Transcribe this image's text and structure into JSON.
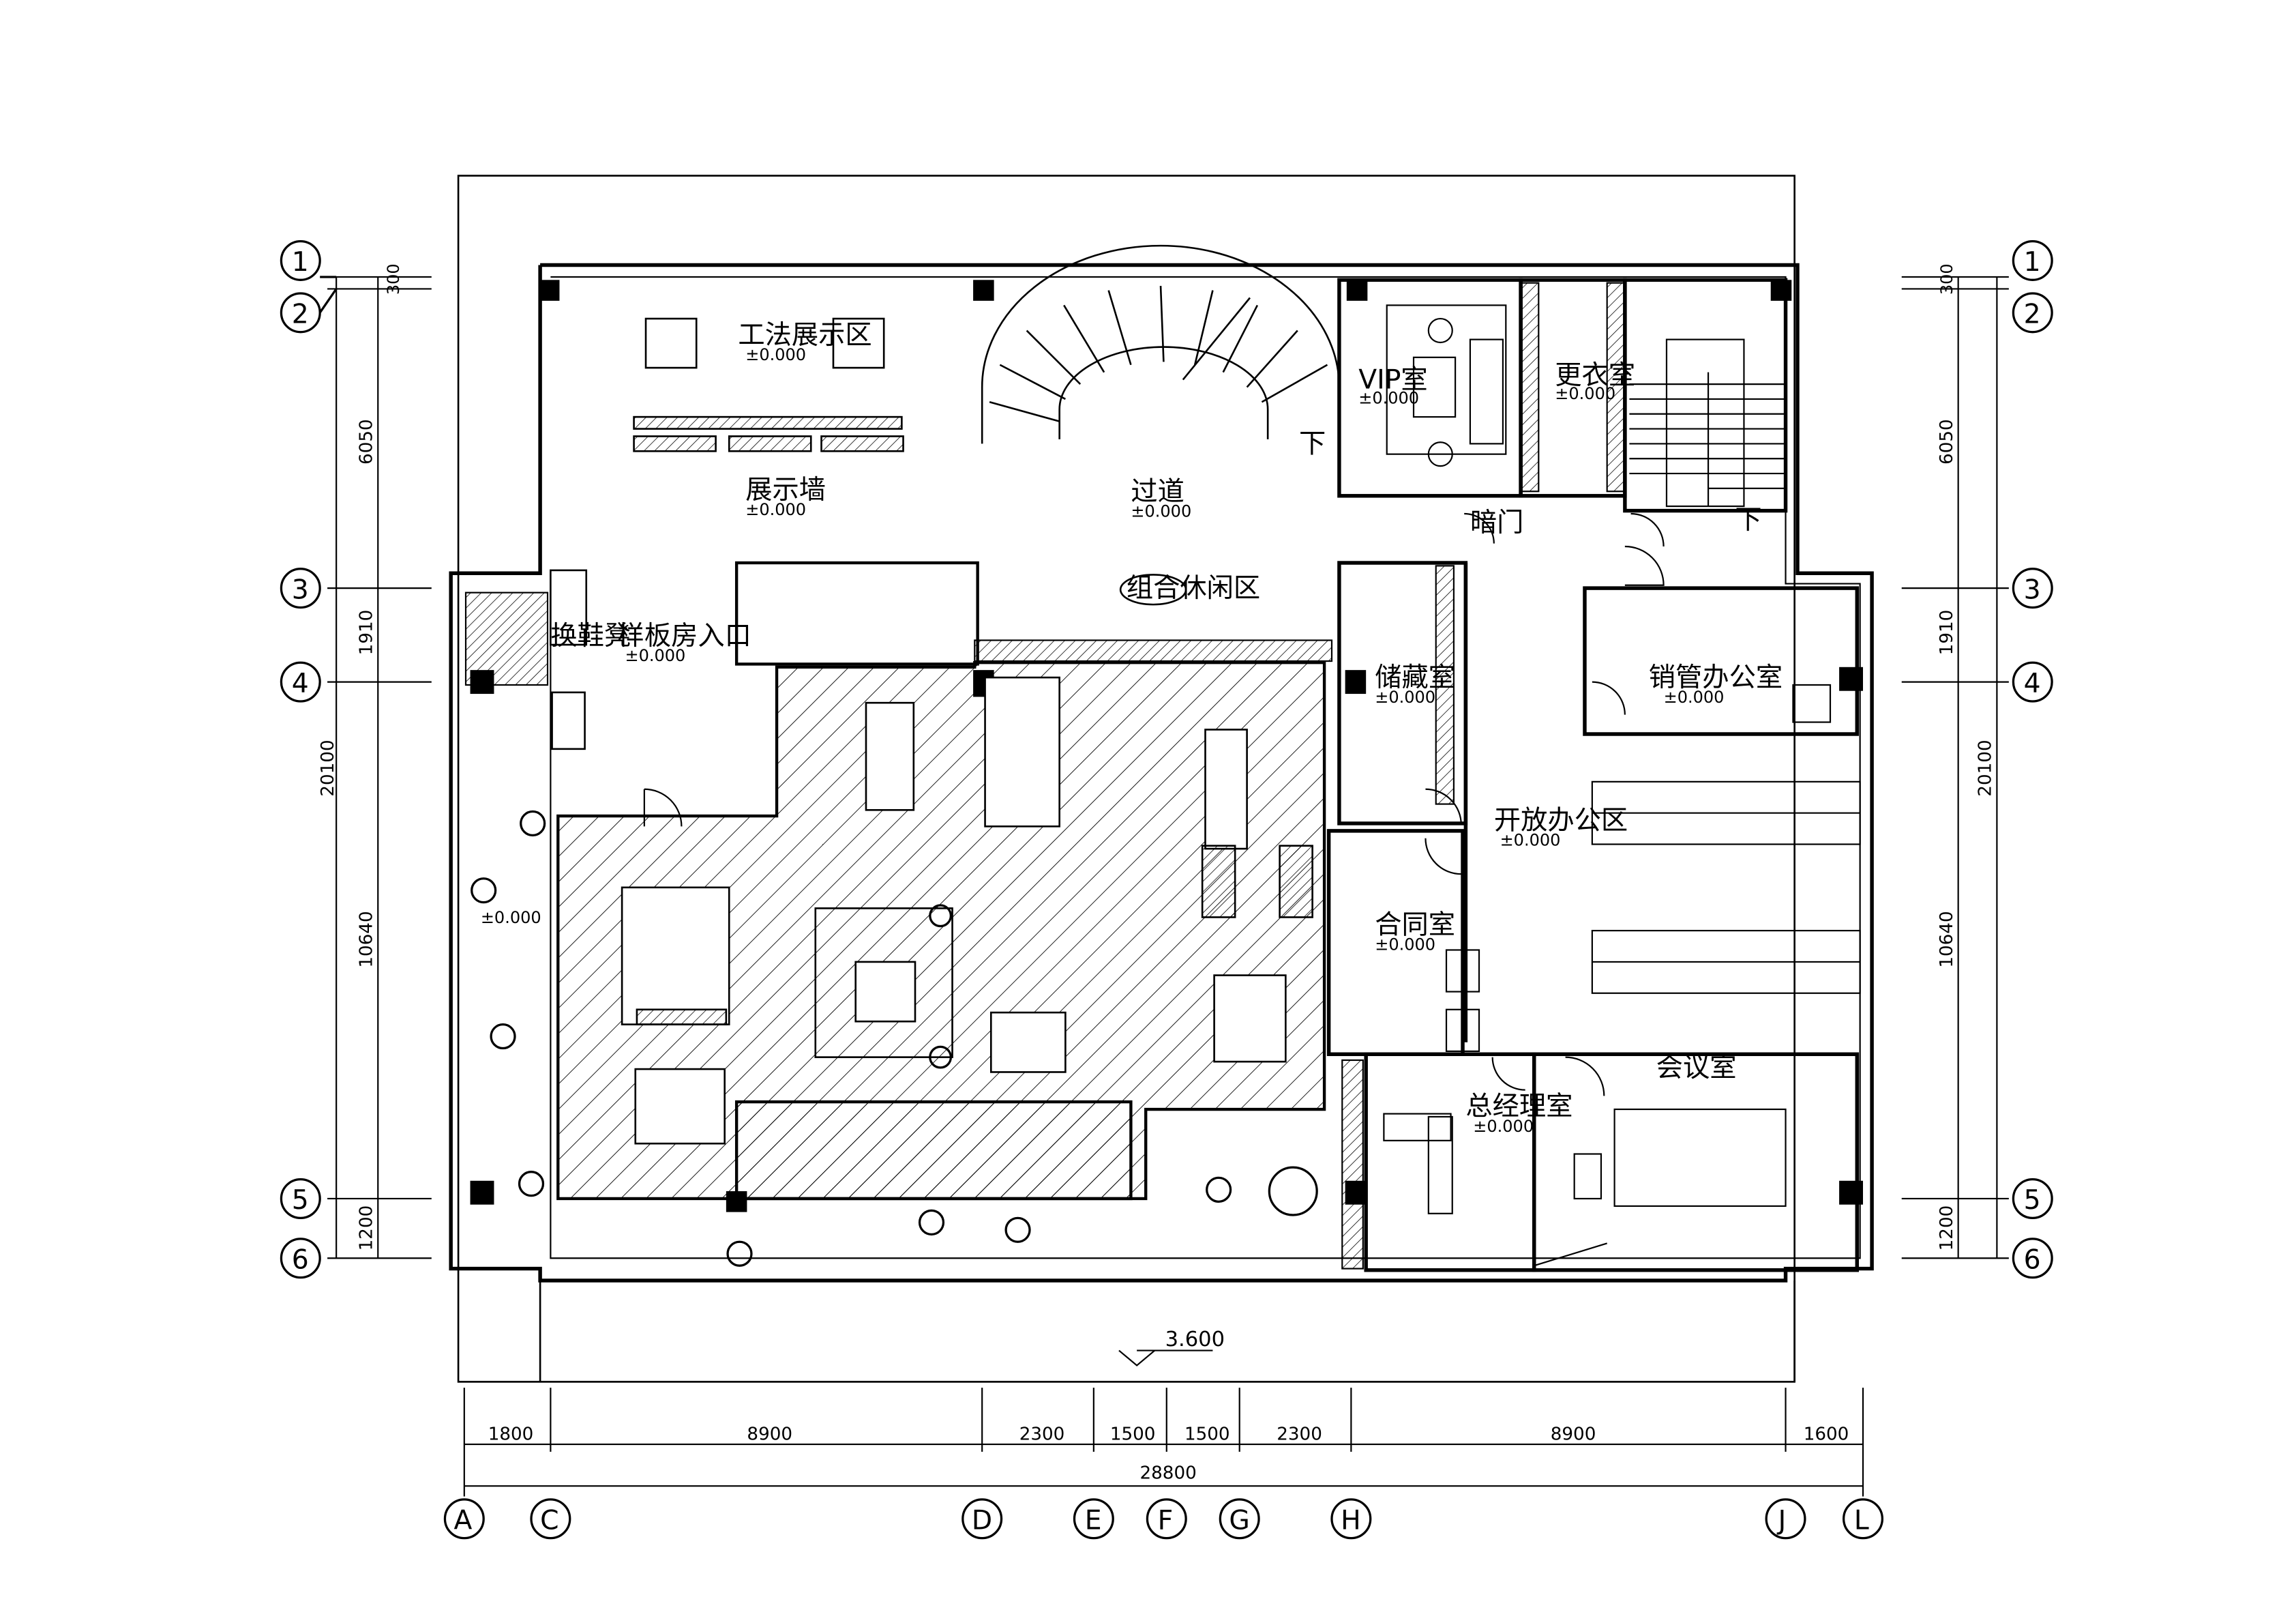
{
  "rooms": {
    "craft_display": "工法展示区",
    "display_wall": "展示墙",
    "corridor": "过道",
    "vip": "VIP室",
    "changing": "更衣室",
    "shoe_change": "换鞋凳",
    "model_entrance": "样板房入口",
    "lounge": "组合休闲区",
    "storage": "储藏室",
    "sales_office": "销管办公室",
    "dark_door": "暗门",
    "open_office": "开放办公区",
    "contract": "合同室",
    "meeting": "会议室",
    "gm_office": "总经理室"
  },
  "elevation": "±0.000",
  "level_mark": "3.600",
  "down_label": "下",
  "grid_left": [
    "1",
    "2",
    "3",
    "4",
    "5",
    "6"
  ],
  "grid_right": [
    "1",
    "2",
    "3",
    "4",
    "5",
    "6"
  ],
  "grid_bottom": [
    "A",
    "C",
    "D",
    "E",
    "F",
    "G",
    "H",
    "J",
    "L"
  ],
  "dims_vertical_segments": [
    "300",
    "6050",
    "1910",
    "10640",
    "1200"
  ],
  "dims_vertical_total": "20100",
  "dims_horizontal_segments": [
    "1800",
    "8900",
    "2300",
    "1500",
    "1500",
    "2300",
    "8900",
    "1600"
  ],
  "dims_horizontal_total": "28800"
}
